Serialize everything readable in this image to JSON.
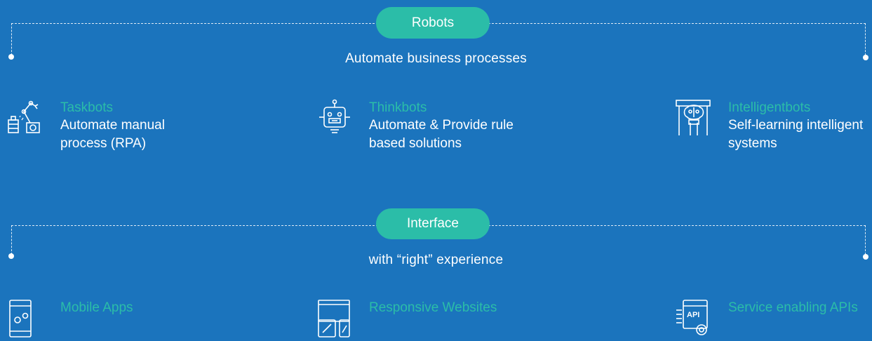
{
  "robots": {
    "badge": "Robots",
    "subtitle": "Automate business processes",
    "items": [
      {
        "icon": "robotic-arm-icon",
        "title": "Taskbots",
        "desc": "Automate manual process (RPA)"
      },
      {
        "icon": "robot-head-icon",
        "title": "Thinkbots",
        "desc": "Automate & Provide rule based solutions"
      },
      {
        "icon": "brain-circuit-icon",
        "title": "Intelligentbots",
        "desc": "Self-learning intelligent systems"
      }
    ]
  },
  "interface": {
    "badge": "Interface",
    "subtitle": "with “right” experience",
    "items": [
      {
        "icon": "mobile-app-icon",
        "title": "Mobile Apps"
      },
      {
        "icon": "responsive-devices-icon",
        "title": "Responsive Websites"
      },
      {
        "icon": "api-settings-icon",
        "title": "Service enabling APIs"
      }
    ]
  },
  "colors": {
    "background": "#1b74bd",
    "accent": "#2bbda8",
    "text": "#ffffff"
  }
}
